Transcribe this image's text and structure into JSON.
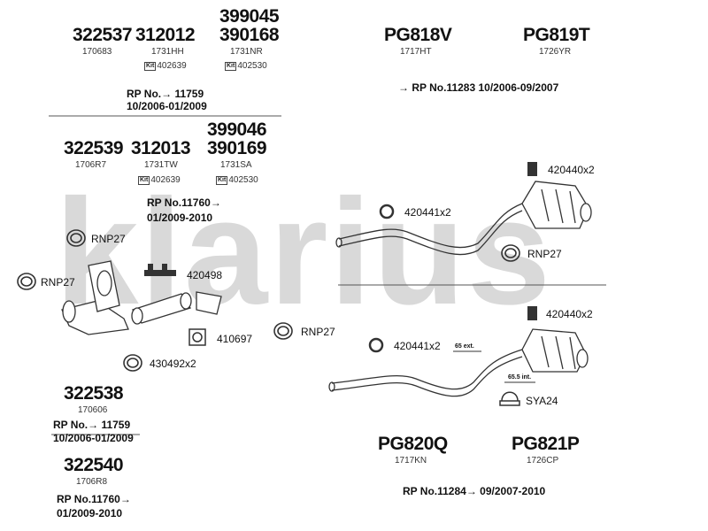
{
  "watermark": "klarius",
  "top_left": {
    "col1": {
      "part": "322537",
      "ref": "170683"
    },
    "col2": {
      "part": "312012",
      "ref": "1731HH",
      "kit": "402639"
    },
    "col3": {
      "part_a": "399045",
      "part_b": "390168",
      "ref": "1731NR",
      "kit": "402530"
    },
    "rp_line1": "RP No.→ 11759",
    "rp_line2": "10/2006-01/2009"
  },
  "second_left": {
    "col1": {
      "part": "322539",
      "ref": "1706R7"
    },
    "col2": {
      "part": "312013",
      "ref": "1731TW",
      "kit": "402639"
    },
    "col3": {
      "part_a": "399046",
      "part_b": "390169",
      "ref": "1731SA",
      "kit": "402530"
    },
    "rp_line1": "RP No.11760→",
    "rp_line2": "01/2009-2010"
  },
  "kit_label": "Kit",
  "rings": {
    "rnp27_a": "RNP27",
    "rnp27_b": "RNP27",
    "rnp27_c": "RNP27",
    "rnp27_d": "RNP27"
  },
  "parts_labels": {
    "p420498": "420498",
    "p410697": "410697",
    "p430492": "430492x2",
    "p420441_top": "420441x2",
    "p420440_top": "420440x2",
    "p420441_bot": "420441x2",
    "p420440_bot": "420440x2",
    "sya24": "SYA24",
    "ext": "65 ext.",
    "int": "65.5 int."
  },
  "bottom_left": {
    "a": {
      "part": "322538",
      "ref": "170606",
      "rp1": "RP No.→ 11759",
      "rp2": "10/2006-01/2009"
    },
    "b": {
      "part": "322540",
      "ref": "1706R8",
      "rp1": "RP No.11760→",
      "rp2": "01/2009-2010"
    }
  },
  "top_right": {
    "a": {
      "part": "PG818V",
      "ref": "1717HT"
    },
    "b": {
      "part": "PG819T",
      "ref": "1726YR"
    },
    "rp": "→ RP No.11283 10/2006-09/2007"
  },
  "bottom_right": {
    "a": {
      "part": "PG820Q",
      "ref": "1717KN"
    },
    "b": {
      "part": "PG821P",
      "ref": "1726CP"
    },
    "rp": "RP No.11284→   09/2007-2010"
  }
}
